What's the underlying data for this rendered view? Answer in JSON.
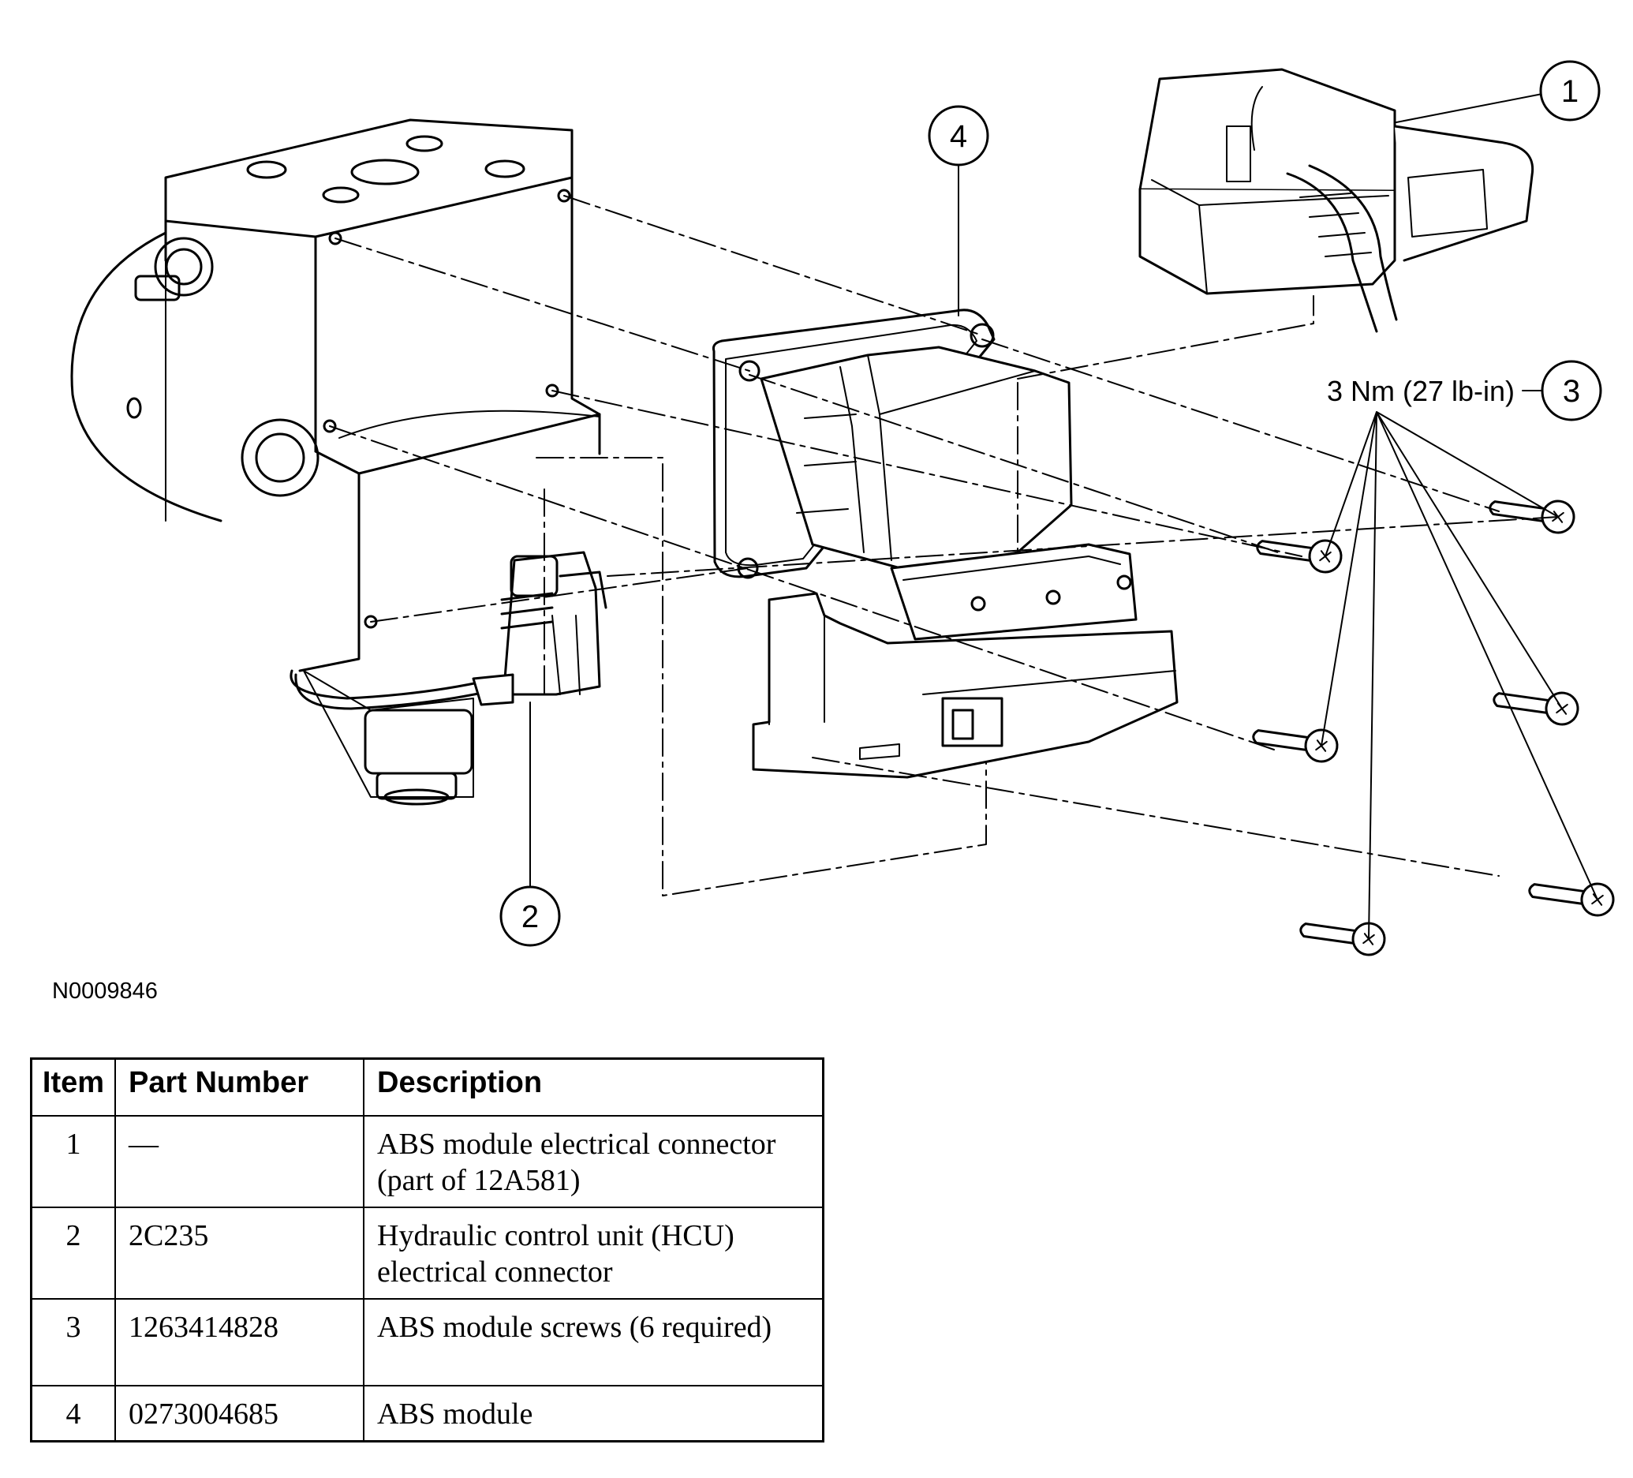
{
  "figure_id": "N0009846",
  "callouts": [
    {
      "id": "callout-1",
      "label": "1"
    },
    {
      "id": "callout-2",
      "label": "2"
    },
    {
      "id": "callout-3",
      "label": "3"
    },
    {
      "id": "callout-4",
      "label": "4"
    }
  ],
  "torque_spec": "3 Nm (27 lb-in)",
  "table": {
    "headers": [
      "Item",
      "Part Number",
      "Description"
    ],
    "rows": [
      {
        "item": "1",
        "part_number": "—",
        "description": "ABS module electrical connector (part of 12A581)"
      },
      {
        "item": "2",
        "part_number": "2C235",
        "description": "Hydraulic control unit (HCU) electrical connector"
      },
      {
        "item": "3",
        "part_number": "1263414828",
        "description": "ABS module screws (6 required)"
      },
      {
        "item": "4",
        "part_number": "0273004685",
        "description": "ABS module"
      }
    ]
  }
}
